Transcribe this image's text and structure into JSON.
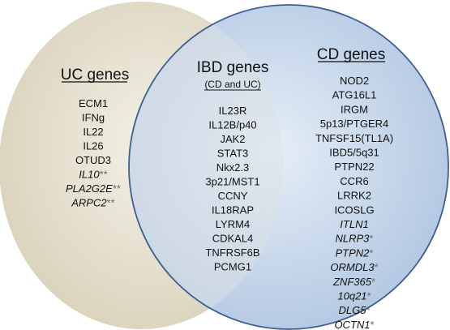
{
  "colors": {
    "uc_fill": "#d9d2bb",
    "uc_center": "#f4f1e8",
    "cd_fill": "#a9c1de",
    "cd_center": "#e3ecf7",
    "cd_border": "#3f5e92",
    "overlap_fill": "#dfe4ea",
    "text": "#111111",
    "asterisk": "#6b6b6b"
  },
  "uc": {
    "title": "UC genes",
    "genes": [
      {
        "name": "ECM1",
        "italic": false,
        "mark": ""
      },
      {
        "name": "IFNg",
        "italic": false,
        "mark": ""
      },
      {
        "name": "IL22",
        "italic": false,
        "mark": ""
      },
      {
        "name": "IL26",
        "italic": false,
        "mark": ""
      },
      {
        "name": "OTUD3",
        "italic": false,
        "mark": ""
      },
      {
        "name": "IL10",
        "italic": true,
        "mark": "**"
      },
      {
        "name": "PLA2G2E",
        "italic": true,
        "mark": "**"
      },
      {
        "name": "ARPC2",
        "italic": true,
        "mark": "**"
      }
    ]
  },
  "ibd": {
    "title": "IBD genes",
    "subtitle": "(CD and UC)",
    "genes": [
      {
        "name": "IL23R",
        "italic": false,
        "mark": ""
      },
      {
        "name": "IL12B/p40",
        "italic": false,
        "mark": ""
      },
      {
        "name": "JAK2",
        "italic": false,
        "mark": ""
      },
      {
        "name": "STAT3",
        "italic": false,
        "mark": ""
      },
      {
        "name": "Nkx2.3",
        "italic": false,
        "mark": ""
      },
      {
        "name": "3p21/MST1",
        "italic": false,
        "mark": ""
      },
      {
        "name": "CCNY",
        "italic": false,
        "mark": ""
      },
      {
        "name": "IL18RAP",
        "italic": false,
        "mark": ""
      },
      {
        "name": "LYRM4",
        "italic": false,
        "mark": ""
      },
      {
        "name": "CDKAL4",
        "italic": false,
        "mark": ""
      },
      {
        "name": "TNFRSF6B",
        "italic": false,
        "mark": ""
      },
      {
        "name": "PCMG1",
        "italic": false,
        "mark": ""
      }
    ]
  },
  "cd": {
    "title": "CD genes",
    "genes": [
      {
        "name": "NOD2",
        "italic": false,
        "mark": ""
      },
      {
        "name": "ATG16L1",
        "italic": false,
        "mark": ""
      },
      {
        "name": "IRGM",
        "italic": false,
        "mark": ""
      },
      {
        "name": "5p13/PTGER4",
        "italic": false,
        "mark": ""
      },
      {
        "name": "TNFSF15(TL1A)",
        "italic": false,
        "mark": ""
      },
      {
        "name": "IBD5/5q31",
        "italic": false,
        "mark": ""
      },
      {
        "name": "PTPN22",
        "italic": false,
        "mark": ""
      },
      {
        "name": "CCR6",
        "italic": false,
        "mark": ""
      },
      {
        "name": "LRRK2",
        "italic": false,
        "mark": ""
      },
      {
        "name": "ICOSLG",
        "italic": false,
        "mark": ""
      },
      {
        "name": "ITLN1",
        "italic": true,
        "mark": ""
      },
      {
        "name": "NLRP3",
        "italic": true,
        "mark": "*"
      },
      {
        "name": "PTPN2",
        "italic": true,
        "mark": "*"
      },
      {
        "name": "ORMDL3",
        "italic": true,
        "mark": "*"
      },
      {
        "name": "ZNF365",
        "italic": true,
        "mark": "*"
      },
      {
        "name": "10q21",
        "italic": true,
        "mark": "*"
      },
      {
        "name": "DLG5",
        "italic": true,
        "mark": "*"
      },
      {
        "name": "OCTN1",
        "italic": true,
        "mark": "*"
      }
    ]
  }
}
